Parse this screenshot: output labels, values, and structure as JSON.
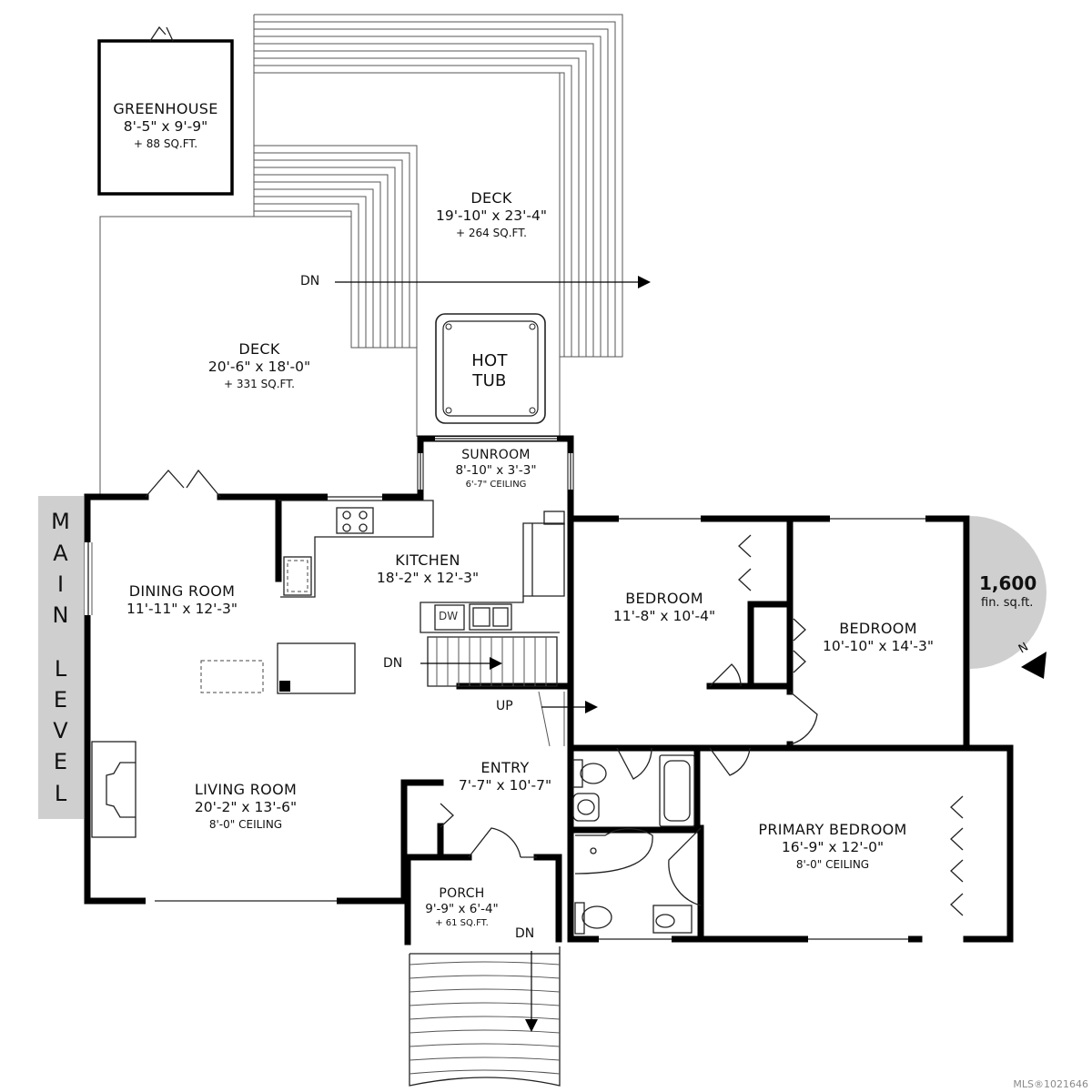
{
  "level_label": [
    "M",
    "A",
    "I",
    "N",
    "L",
    "E",
    "V",
    "E",
    "L"
  ],
  "area_badge": {
    "value": "1,600",
    "unit": "fin. sq.ft.",
    "compass": "N"
  },
  "rooms": {
    "greenhouse": {
      "name": "GREENHOUSE",
      "dims": "8'-5\" x 9'-9\"",
      "extra": "+ 88 SQ.FT."
    },
    "deck_upper": {
      "name": "DECK",
      "dims": "19'-10\" x 23'-4\"",
      "extra": "+ 264 SQ.FT."
    },
    "deck_lower": {
      "name": "DECK",
      "dims": "20'-6\" x 18'-0\"",
      "extra": "+ 331 SQ.FT."
    },
    "hot_tub": {
      "name": "HOT",
      "name2": "TUB"
    },
    "sunroom": {
      "name": "SUNROOM",
      "dims": "8'-10\" x 3'-3\"",
      "extra": "6'-7\" CEILING"
    },
    "kitchen": {
      "name": "KITCHEN",
      "dims": "18'-2\" x 12'-3\""
    },
    "dining": {
      "name": "DINING ROOM",
      "dims": "11'-11\" x 12'-3\""
    },
    "bedroom1": {
      "name": "BEDROOM",
      "dims": "11'-8\" x 10'-4\""
    },
    "bedroom2": {
      "name": "BEDROOM",
      "dims": "10'-10\" x 14'-3\""
    },
    "living": {
      "name": "LIVING ROOM",
      "dims": "20'-2\" x 13'-6\"",
      "extra": "8'-0\" CEILING"
    },
    "entry": {
      "name": "ENTRY",
      "dims": "7'-7\" x 10'-7\""
    },
    "primary": {
      "name": "PRIMARY BEDROOM",
      "dims": "16'-9\" x 12'-0\"",
      "extra": "8'-0\" CEILING"
    },
    "porch": {
      "name": "PORCH",
      "dims": "9'-9\" x 6'-4\"",
      "extra": "+ 61 SQ.FT."
    }
  },
  "directions": {
    "deck_dn": "DN",
    "stair_dn": "DN",
    "stair_up": "UP",
    "porch_dn": "DN"
  },
  "appliances": {
    "dishwasher": "DW"
  },
  "footer": {
    "mls": "MLS®1021646"
  }
}
